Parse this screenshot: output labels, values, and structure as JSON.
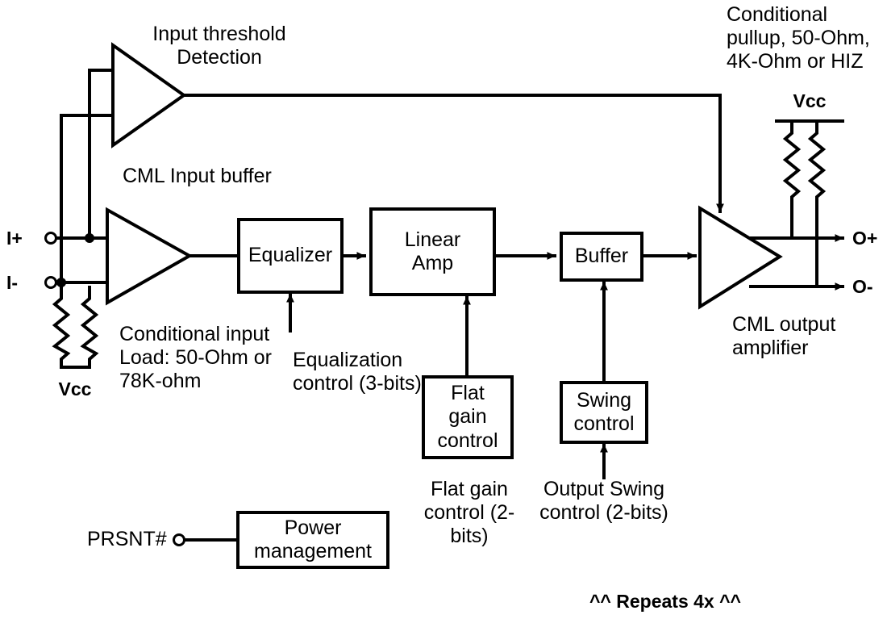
{
  "diagram": {
    "title_note": "^^ Repeats 4x ^^",
    "colors": {
      "stroke": "#000000",
      "background": "#ffffff",
      "text": "#000000"
    },
    "blocks": [
      {
        "id": "equalizer",
        "label": "Equalizer"
      },
      {
        "id": "linear_amp",
        "label": "Linear\nAmp"
      },
      {
        "id": "buffer",
        "label": "Buffer"
      },
      {
        "id": "flat_gain",
        "label": "Flat\ngain\ncontrol"
      },
      {
        "id": "swing",
        "label": "Swing\ncontrol"
      },
      {
        "id": "power_mgmt",
        "label": "Power\nmanagement"
      }
    ],
    "amplifiers": [
      {
        "id": "threshold_detect",
        "label": "Input threshold\nDetection"
      },
      {
        "id": "cml_input",
        "label": "CML Input buffer"
      },
      {
        "id": "cml_output",
        "label": "CML output\namplifier"
      }
    ],
    "annotations": [
      {
        "id": "input_load",
        "text": "Conditional input\nLoad: 50-Ohm or\n78K-ohm"
      },
      {
        "id": "pullup",
        "text": "Conditional\npullup, 50-Ohm,\n4K-Ohm or HIZ"
      },
      {
        "id": "eq_control",
        "text": "Equalization\ncontrol (3-bits)"
      },
      {
        "id": "flat_gain_control",
        "text": "Flat gain\ncontrol (2-bits)"
      },
      {
        "id": "swing_control",
        "text": "Output Swing\ncontrol (2-bits)"
      }
    ],
    "ports": [
      {
        "id": "i_plus",
        "label": "I+"
      },
      {
        "id": "i_minus",
        "label": "I-"
      },
      {
        "id": "o_plus",
        "label": "O+"
      },
      {
        "id": "o_minus",
        "label": "O-"
      },
      {
        "id": "prsnt",
        "label": "PRSNT#"
      }
    ],
    "supplies": [
      {
        "id": "vcc_input",
        "label": "Vcc"
      },
      {
        "id": "vcc_output",
        "label": "Vcc"
      }
    ]
  }
}
